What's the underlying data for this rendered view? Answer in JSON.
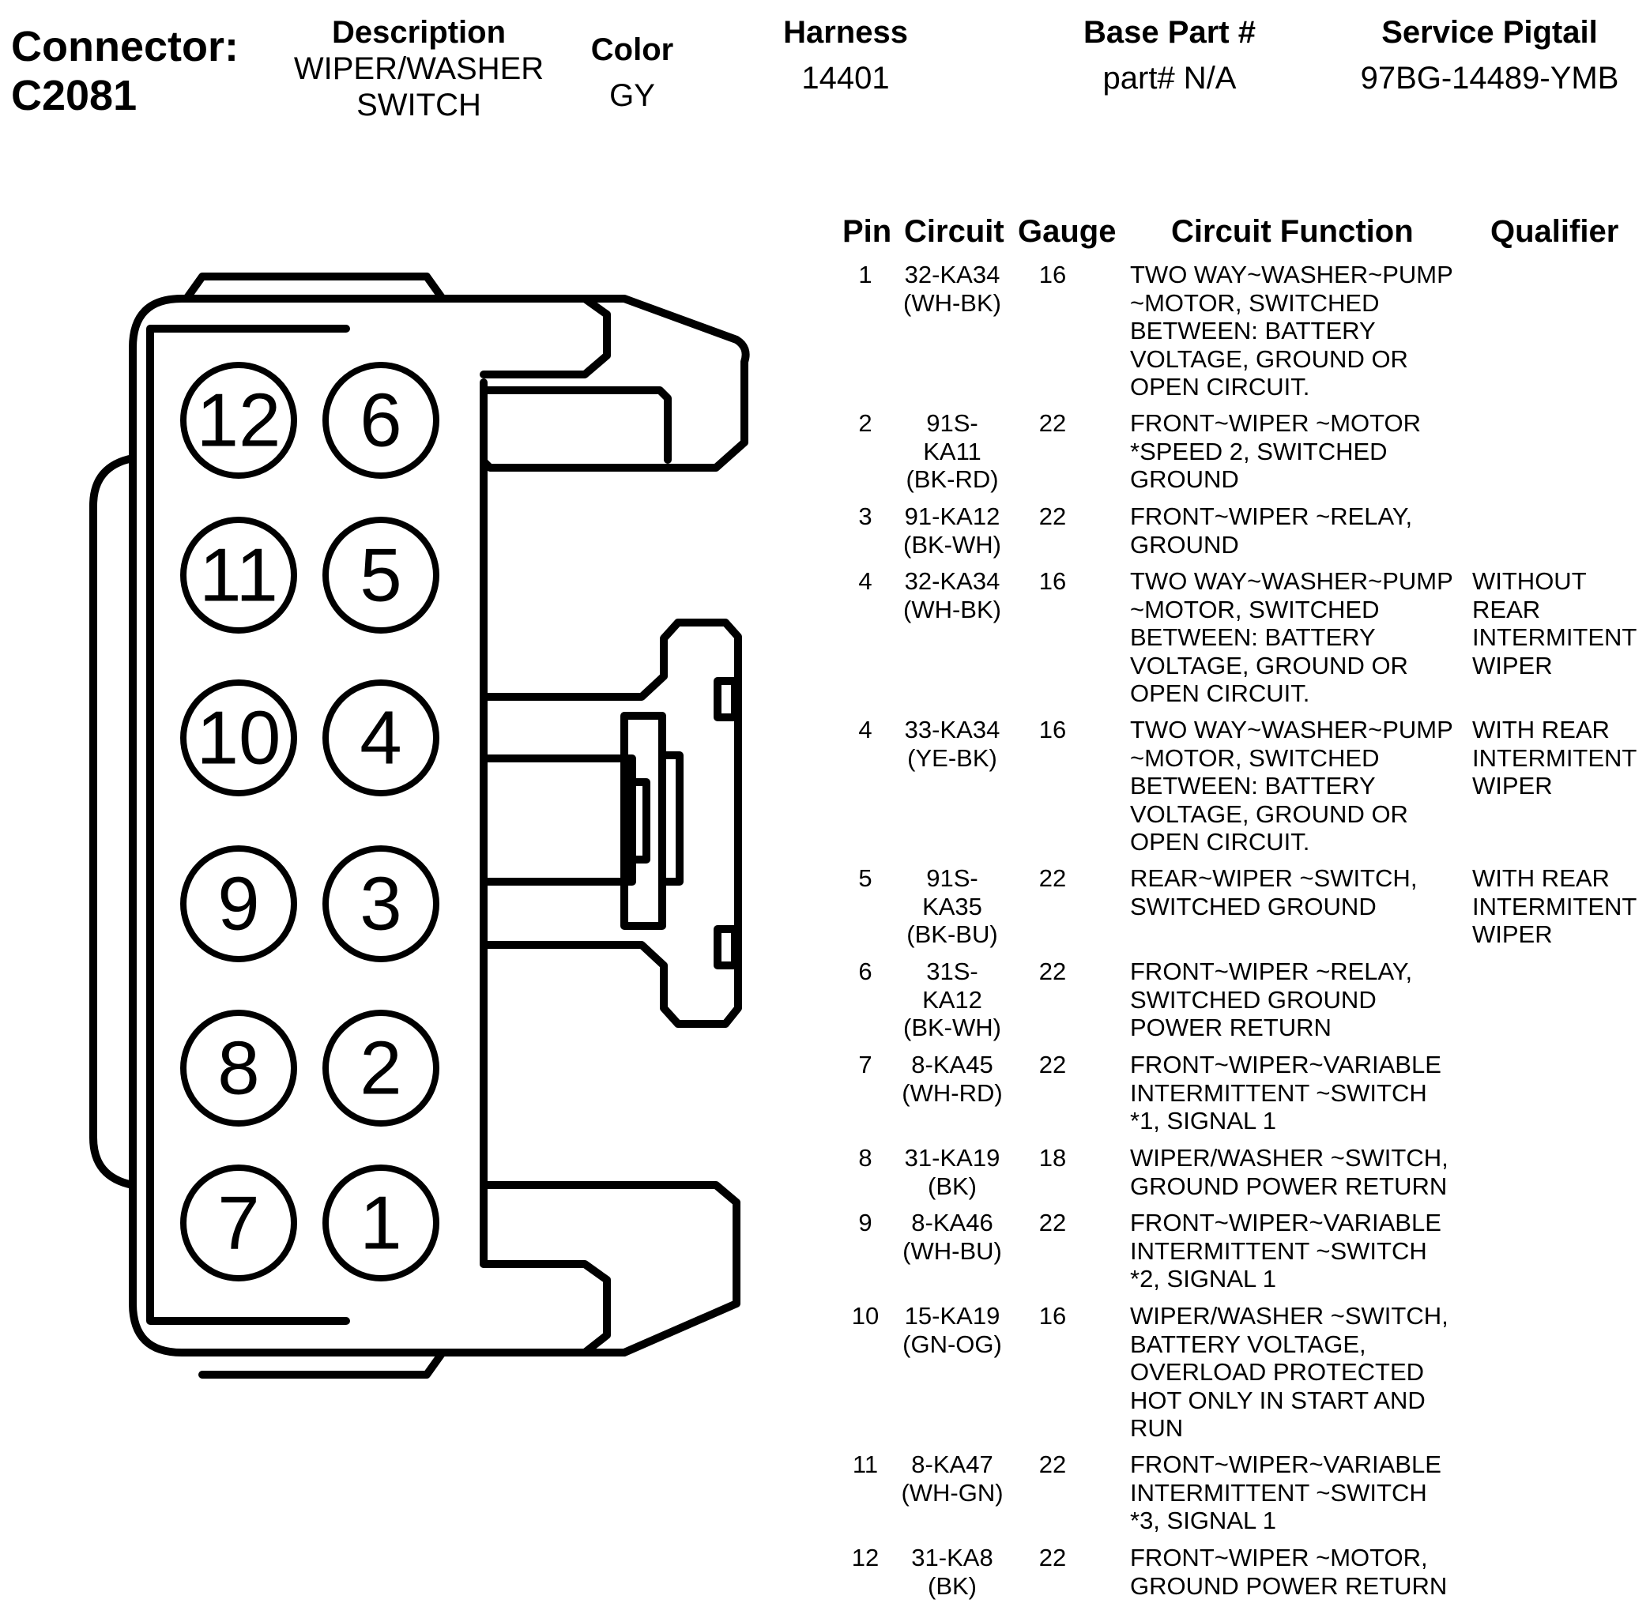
{
  "header": {
    "connector_label": "Connector:",
    "connector_id": "C2081",
    "description_label": "Description",
    "description_value": "WIPER/WASHER\nSWITCH",
    "color_label": "Color",
    "color_value": "GY",
    "harness_label": "Harness",
    "harness_value": "14401",
    "base_part_label": "Base Part #",
    "base_part_value": "part# N/A",
    "service_pigtail_label": "Service Pigtail",
    "service_pigtail_value": "97BG-14489-YMB"
  },
  "table": {
    "columns": [
      "Pin",
      "Circuit",
      "Gauge",
      "Circuit Function",
      "Qualifier"
    ],
    "rows": [
      {
        "pin": "1",
        "circuit": "32-KA34\n(WH-BK)",
        "gauge": "16",
        "function": "TWO WAY~WASHER~PUMP\n~MOTOR, SWITCHED\nBETWEEN: BATTERY\nVOLTAGE, GROUND OR\nOPEN CIRCUIT.",
        "qualifier": ""
      },
      {
        "pin": "2",
        "circuit": "91S-\nKA11\n(BK-RD)",
        "gauge": "22",
        "function": "FRONT~WIPER ~MOTOR\n*SPEED 2, SWITCHED\nGROUND",
        "qualifier": ""
      },
      {
        "pin": "3",
        "circuit": "91-KA12\n(BK-WH)",
        "gauge": "22",
        "function": "FRONT~WIPER ~RELAY,\nGROUND",
        "qualifier": ""
      },
      {
        "pin": "4",
        "circuit": "32-KA34\n(WH-BK)",
        "gauge": "16",
        "function": "TWO WAY~WASHER~PUMP\n~MOTOR, SWITCHED\nBETWEEN: BATTERY\nVOLTAGE, GROUND OR\nOPEN CIRCUIT.",
        "qualifier": "WITHOUT\nREAR\nINTERMITENT\nWIPER"
      },
      {
        "pin": "4",
        "circuit": "33-KA34\n(YE-BK)",
        "gauge": "16",
        "function": "TWO WAY~WASHER~PUMP\n~MOTOR, SWITCHED\nBETWEEN: BATTERY\nVOLTAGE, GROUND OR\nOPEN CIRCUIT.",
        "qualifier": "WITH REAR\nINTERMITENT\nWIPER"
      },
      {
        "pin": "5",
        "circuit": "91S-\nKA35\n(BK-BU)",
        "gauge": "22",
        "function": "REAR~WIPER ~SWITCH,\nSWITCHED GROUND",
        "qualifier": "WITH REAR\nINTERMITENT\nWIPER"
      },
      {
        "pin": "6",
        "circuit": "31S-\nKA12\n(BK-WH)",
        "gauge": "22",
        "function": "FRONT~WIPER ~RELAY,\nSWITCHED GROUND\nPOWER RETURN",
        "qualifier": ""
      },
      {
        "pin": "7",
        "circuit": "8-KA45\n(WH-RD)",
        "gauge": "22",
        "function": "FRONT~WIPER~VARIABLE\nINTERMITTENT ~SWITCH\n*1, SIGNAL 1",
        "qualifier": ""
      },
      {
        "pin": "8",
        "circuit": "31-KA19\n(BK)",
        "gauge": "18",
        "function": "WIPER/WASHER ~SWITCH,\nGROUND POWER RETURN",
        "qualifier": ""
      },
      {
        "pin": "9",
        "circuit": "8-KA46\n(WH-BU)",
        "gauge": "22",
        "function": "FRONT~WIPER~VARIABLE\nINTERMITTENT ~SWITCH\n*2, SIGNAL 1",
        "qualifier": ""
      },
      {
        "pin": "10",
        "circuit": "15-KA19\n(GN-OG)",
        "gauge": "16",
        "function": "WIPER/WASHER ~SWITCH,\nBATTERY VOLTAGE,\nOVERLOAD PROTECTED\nHOT ONLY IN START AND\nRUN",
        "qualifier": ""
      },
      {
        "pin": "11",
        "circuit": "8-KA47\n(WH-GN)",
        "gauge": "22",
        "function": "FRONT~WIPER~VARIABLE\nINTERMITTENT ~SWITCH\n*3, SIGNAL 1",
        "qualifier": ""
      },
      {
        "pin": "12",
        "circuit": "31-KA8\n(BK)",
        "gauge": "22",
        "function": "FRONT~WIPER ~MOTOR,\nGROUND POWER RETURN",
        "qualifier": ""
      }
    ]
  },
  "connector_face": {
    "pins_left_column": [
      "12",
      "11",
      "10",
      "9",
      "8",
      "7"
    ],
    "pins_right_column": [
      "6",
      "5",
      "4",
      "3",
      "2",
      "1"
    ]
  }
}
